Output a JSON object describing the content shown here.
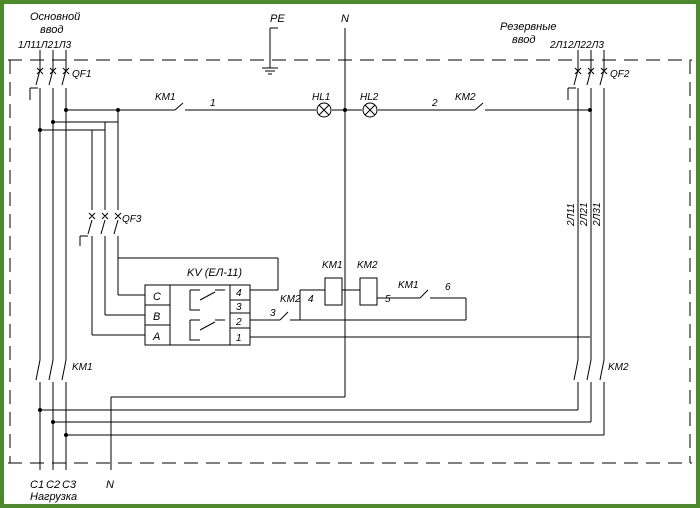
{
  "main_input": {
    "line1": "Основной",
    "line2": "ввод",
    "phases": "1Л11Л21Л3"
  },
  "reserve_input": {
    "line1": "Резервные",
    "line2": "ввод",
    "phases": "2Л12Л22Л3"
  },
  "pe_label": "PE",
  "n_top_label": "N",
  "breakers": {
    "qf1": "QF1",
    "qf2": "QF2",
    "qf3": "QF3"
  },
  "contactors": {
    "km1_top": "KM1",
    "km2_top": "KM2",
    "km1_bottom": "KM1",
    "km2_bottom": "KM2",
    "km2_relay": "KM2",
    "km1_coil": "KM1",
    "km2_coil": "KM2",
    "km1_contact": "KM1"
  },
  "lamps": {
    "hl1": "HL1",
    "hl2": "HL2"
  },
  "wire_numbers": {
    "n1": "1",
    "n2": "2",
    "n3": "3",
    "n4": "4",
    "n5": "5",
    "n6": "6"
  },
  "relay": {
    "title": "KV (ЕЛ-11)",
    "phase_c": "C",
    "phase_b": "B",
    "phase_a": "A",
    "pin4": "4",
    "pin3": "3",
    "pin2": "2",
    "pin1": "1"
  },
  "reserve_wires": {
    "w1": "2Л11",
    "w2": "2Л21",
    "w3": "2Л31"
  },
  "load": {
    "c1": "C1",
    "c2": "C2",
    "c3": "C3",
    "n": "N",
    "caption": "Нагрузка"
  }
}
